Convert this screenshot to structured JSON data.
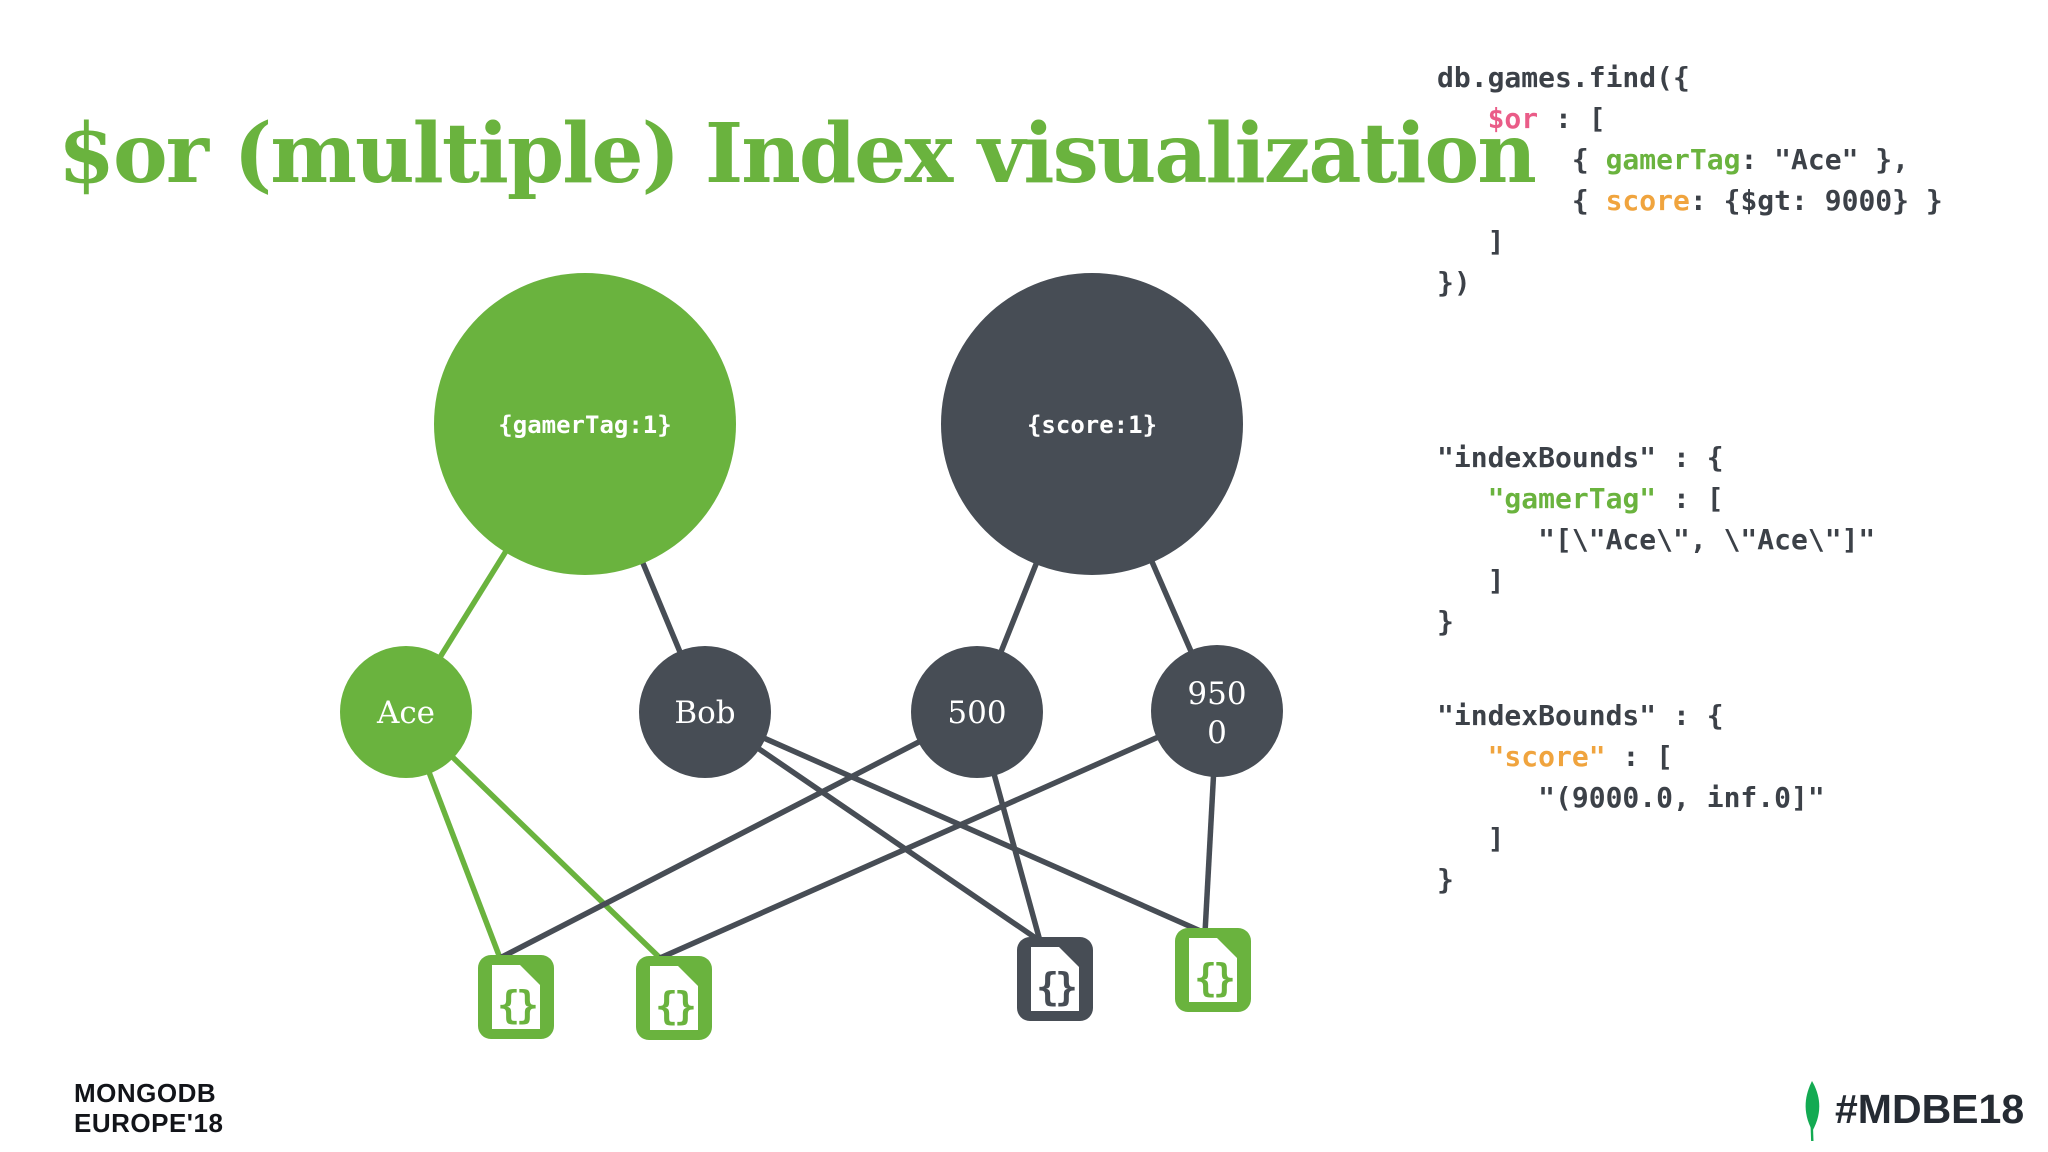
{
  "slide": {
    "title": "$or (multiple) Index visualization"
  },
  "colors": {
    "green": "#6ab33e",
    "dark": "#474d55",
    "code_dark": "#3c4148",
    "pink": "#ea5c88",
    "orange": "#f0a43e"
  },
  "code_query": {
    "lines": [
      [
        {
          "t": "db.games.find({",
          "c": "d"
        }
      ],
      [
        {
          "t": "   ",
          "c": "d"
        },
        {
          "t": "$or",
          "c": "p"
        },
        {
          "t": " : [",
          "c": "d"
        }
      ],
      [
        {
          "t": "        { ",
          "c": "d"
        },
        {
          "t": "gamerTag",
          "c": "g"
        },
        {
          "t": ": \"Ace\" },",
          "c": "d"
        }
      ],
      [
        {
          "t": "        { ",
          "c": "d"
        },
        {
          "t": "score",
          "c": "o"
        },
        {
          "t": ": {$gt: 9000} }",
          "c": "d"
        }
      ],
      [
        {
          "t": "   ]",
          "c": "d"
        }
      ],
      [
        {
          "t": "})",
          "c": "d"
        }
      ]
    ]
  },
  "code_bounds_gamertag": {
    "lines": [
      [
        {
          "t": "\"indexBounds\" : {",
          "c": "d"
        }
      ],
      [
        {
          "t": "   ",
          "c": "d"
        },
        {
          "t": "\"gamerTag\"",
          "c": "g"
        },
        {
          "t": " : [",
          "c": "d"
        }
      ],
      [
        {
          "t": "      \"[\\\"Ace\\\", \\\"Ace\\\"]\"",
          "c": "d"
        }
      ],
      [
        {
          "t": "   ]",
          "c": "d"
        }
      ],
      [
        {
          "t": "}",
          "c": "d"
        }
      ]
    ]
  },
  "code_bounds_score": {
    "lines": [
      [
        {
          "t": "\"indexBounds\" : {",
          "c": "d"
        }
      ],
      [
        {
          "t": "   ",
          "c": "d"
        },
        {
          "t": "\"score\"",
          "c": "o"
        },
        {
          "t": " : [",
          "c": "d"
        }
      ],
      [
        {
          "t": "      \"(9000.0, inf.0]\"",
          "c": "d"
        }
      ],
      [
        {
          "t": "   ]",
          "c": "d"
        }
      ],
      [
        {
          "t": "}",
          "c": "d"
        }
      ]
    ]
  },
  "diagram": {
    "index_nodes": [
      {
        "id": "gamerTag",
        "label": "{gamerTag:1}",
        "color": "green"
      },
      {
        "id": "score",
        "label": "{score:1}",
        "color": "dark"
      }
    ],
    "key_nodes": [
      {
        "id": "ace",
        "label": "Ace",
        "color": "green"
      },
      {
        "id": "bob",
        "label": "Bob",
        "color": "dark"
      },
      {
        "id": "500",
        "label": "500",
        "color": "dark"
      },
      {
        "id": "9500",
        "label": "9500",
        "label_line1": "950",
        "label_line2": "0",
        "color": "dark"
      }
    ],
    "documents": [
      {
        "id": "doc1",
        "color": "green",
        "glyph": "{}"
      },
      {
        "id": "doc2",
        "color": "green",
        "glyph": "{}"
      },
      {
        "id": "doc3",
        "color": "dark",
        "glyph": "{}"
      },
      {
        "id": "doc4",
        "color": "green",
        "glyph": "{}"
      }
    ],
    "edges": [
      {
        "from": "gamerTag",
        "to": "ace",
        "color": "green"
      },
      {
        "from": "gamerTag",
        "to": "bob",
        "color": "dark"
      },
      {
        "from": "score",
        "to": "500",
        "color": "dark"
      },
      {
        "from": "score",
        "to": "9500",
        "color": "dark"
      },
      {
        "from": "ace",
        "to": "doc1",
        "color": "green"
      },
      {
        "from": "ace",
        "to": "doc2",
        "color": "green"
      },
      {
        "from": "bob",
        "to": "doc3",
        "color": "dark"
      },
      {
        "from": "bob",
        "to": "doc4",
        "color": "dark"
      },
      {
        "from": "500",
        "to": "doc1",
        "color": "dark"
      },
      {
        "from": "500",
        "to": "doc3",
        "color": "dark"
      },
      {
        "from": "9500",
        "to": "doc2",
        "color": "dark"
      },
      {
        "from": "9500",
        "to": "doc4",
        "color": "dark"
      }
    ]
  },
  "footer": {
    "logo_line1": "MONGODB",
    "logo_line2": "EUROPE'18",
    "hashtag": "#MDBE18"
  }
}
